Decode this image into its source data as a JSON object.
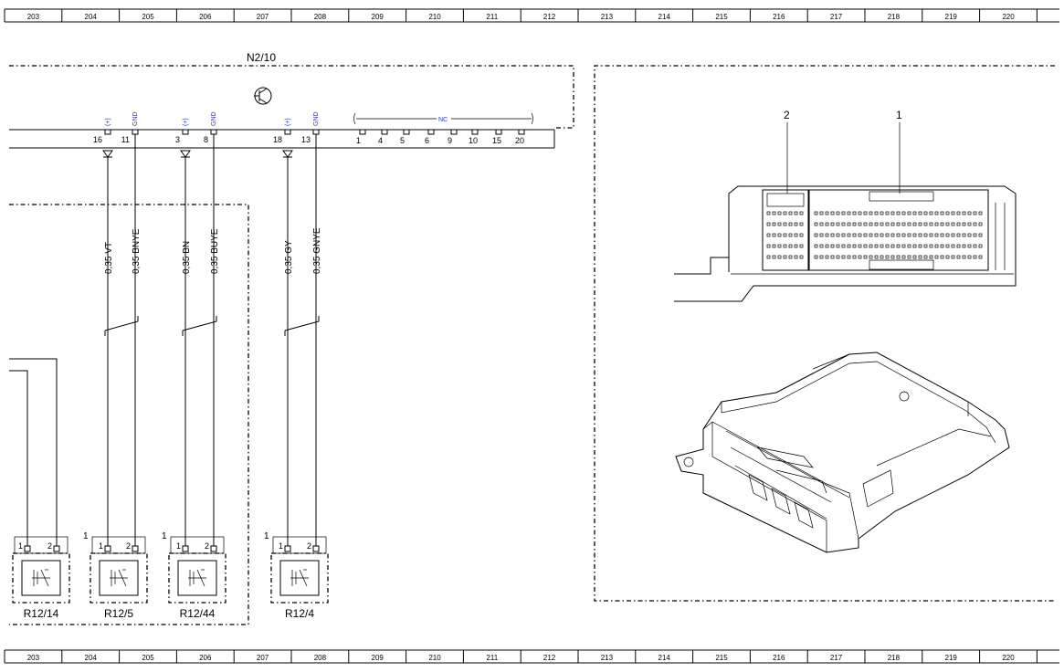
{
  "ruler": [
    "203",
    "204",
    "205",
    "206",
    "207",
    "208",
    "209",
    "210",
    "211",
    "212",
    "213",
    "214",
    "215",
    "216",
    "217",
    "218",
    "219",
    "220"
  ],
  "module": {
    "name": "N2/10",
    "nc_label": "NC",
    "nc_pins": [
      "1",
      "4",
      "5",
      "6",
      "9",
      "10",
      "15",
      "20"
    ]
  },
  "pins": [
    {
      "num": "16",
      "sig": "(+)"
    },
    {
      "num": "11",
      "sig": "GND"
    },
    {
      "num": "3",
      "sig": "(+)"
    },
    {
      "num": "8",
      "sig": "GND"
    },
    {
      "num": "18",
      "sig": "(+)"
    },
    {
      "num": "13",
      "sig": "GND"
    }
  ],
  "wires": [
    "0,35 VT",
    "0,35 BNYE",
    "0,35 BN",
    "0,35 BUYE",
    "0,35 GY",
    "0,35 GNYE"
  ],
  "components": [
    {
      "name": "R12/14",
      "pin1": "1",
      "pin2": "2",
      "corner": ""
    },
    {
      "name": "R12/5",
      "pin1": "1",
      "pin2": "2",
      "corner": "1"
    },
    {
      "name": "R12/44",
      "pin1": "1",
      "pin2": "2",
      "corner": "1"
    },
    {
      "name": "R12/4",
      "pin1": "1",
      "pin2": "2",
      "corner": "1"
    }
  ],
  "callouts": [
    "2",
    "1"
  ]
}
